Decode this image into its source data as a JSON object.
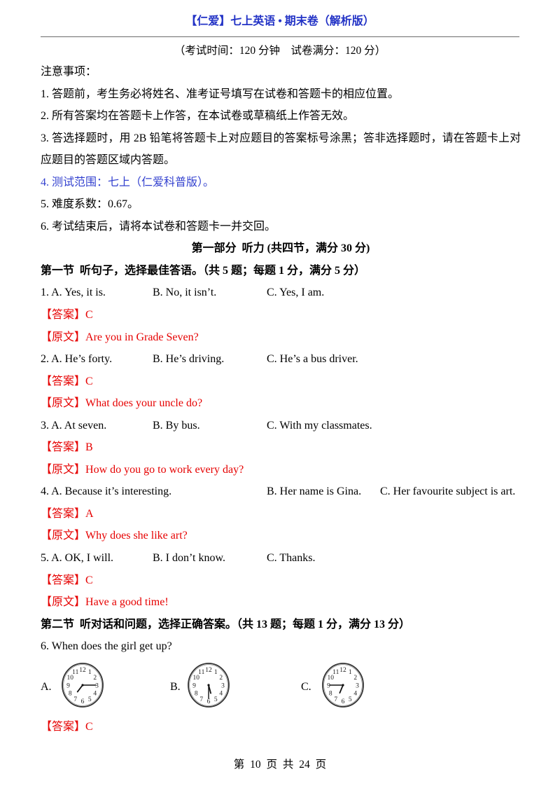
{
  "header": {
    "title": "【仁爱】七上英语 • 期末卷（解析版）"
  },
  "exam_info": "（考试时间：120 分钟　试卷满分：120 分）",
  "colors": {
    "title": "#2333c6",
    "highlight": "#3341cf",
    "answer": "#e60000"
  },
  "notes": {
    "heading": "注意事项：",
    "items": [
      {
        "lines": [
          "1. 答题前，考生务必将姓名、准考证号填写在试卷和答题卡的相应位置。"
        ]
      },
      {
        "lines": [
          "2. 所有答案均在答题卡上作答，在本试卷或草稿纸上作答无效。"
        ]
      },
      {
        "lines": [
          "3. 答选择题时，用 2B 铅笔将答题卡上对应题目的答案标号涂黑；答非选择题时，请在答题卡上对",
          "应题目的答题区域内答题。"
        ]
      },
      {
        "lines": [
          "4. 测试范围：七上（仁爱科普版）。"
        ]
      },
      {
        "lines": [
          "5. 难度系数：0.67。"
        ]
      },
      {
        "lines": [
          "6. 考试结束后，请将本试卷和答题卡一并交回。"
        ]
      }
    ]
  },
  "labels": {
    "answer": "【答案】",
    "transcript": "【原文】"
  },
  "part_1": {
    "heading": "第一部分  听力 (共四节，满分 30 分)",
    "section_1": {
      "heading": "第一节  听句子，选择最佳答语。（共 5 题；每题 1 分，满分 5 分）",
      "questions": [
        {
          "number": "1.",
          "options": [
            "A. Yes, it is.",
            "B. No, it isn’t.",
            "C. Yes, I am."
          ],
          "answer": "C",
          "transcript": "Are you in Grade Seven?"
        },
        {
          "number": "2.",
          "options": [
            "A. He’s forty.",
            "B. He’s driving.",
            "C. He’s a bus driver."
          ],
          "answer": "C",
          "transcript": "What does your uncle do?"
        },
        {
          "number": "3.",
          "options": [
            "A. At seven.",
            "B. By bus.",
            "C. With my classmates."
          ],
          "answer": "B",
          "transcript": "How do you go to work every day?"
        },
        {
          "number": "4.",
          "options": [
            "A. Because it’s interesting.",
            "B. Her name is Gina.",
            "C. Her favourite subject is art."
          ],
          "answer": "A",
          "transcript": "Why does she like art?"
        },
        {
          "number": "5.",
          "options": [
            "A. OK, I will.",
            "B. I don’t know.",
            "C. Thanks."
          ],
          "answer": "C",
          "transcript": "Have a good time!"
        }
      ]
    },
    "section_2": {
      "heading": "第二节  听对话和问题，选择正确答案。（共 13 题；每题 1 分，满分 13 分）",
      "questions": [
        {
          "number": "6.",
          "stem": "When does the girl get up?",
          "options": [
            {
              "label": "A.",
              "clock": {
                "hour": 7,
                "minute": 15
              }
            },
            {
              "label": "B.",
              "clock": {
                "hour": 5,
                "minute": 30
              }
            },
            {
              "label": "C.",
              "clock": {
                "hour": 6,
                "minute": 45
              }
            }
          ],
          "answer": "C"
        }
      ]
    }
  },
  "clock_numerals": [
    "12",
    "1",
    "2",
    "3",
    "4",
    "5",
    "6",
    "7",
    "8",
    "9",
    "10",
    "11"
  ],
  "footer": {
    "page": "第 10 页 共 24 页"
  }
}
